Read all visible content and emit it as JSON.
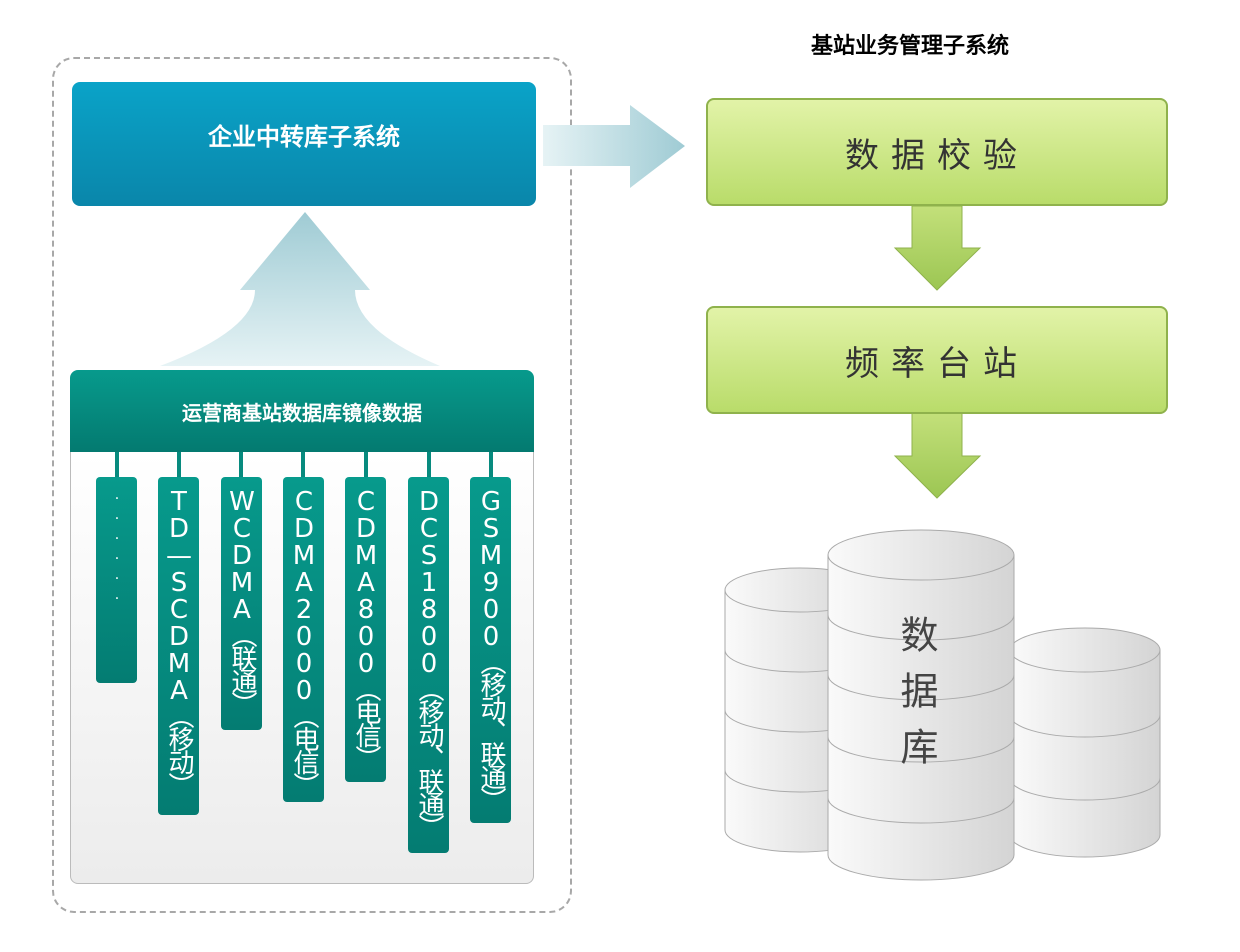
{
  "left_group": {
    "relay_label": "企业中转库子系统",
    "mirror_label": "运营商基站数据库镜像数据",
    "networks": [
      "......",
      "TD—SCDMA（移动）",
      "WCDMA（联通）",
      "CDMA2000（电信）",
      "CDMA800（电信）",
      "DCS1800（移动、联通）",
      "GSM900（移动、联通）"
    ]
  },
  "right_group": {
    "title": "基站业务管理子系统",
    "steps": [
      "数据校验",
      "频率台站"
    ],
    "database_label": "数据库"
  },
  "colors": {
    "blue": "#0a95bb",
    "teal": "#058a7e",
    "green": "#c8e588",
    "arrow": "#a9d1d9"
  }
}
